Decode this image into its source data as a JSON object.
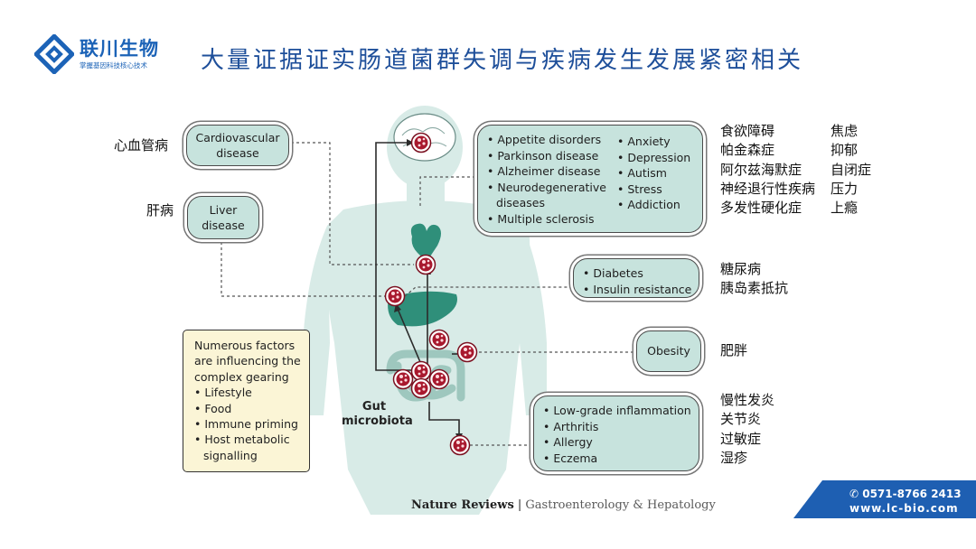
{
  "header": {
    "logo_name": "联川生物",
    "logo_tagline": "掌握基因科技核心技术",
    "title": "大量证据证实肠道菌群失调与疾病发生发展紧密相关"
  },
  "figure": {
    "panels": {
      "cardiovascular": "Cardiovascular disease",
      "liver": "Liver disease",
      "brain_left": [
        "Appetite disorders",
        "Parkinson disease",
        "Alzheimer disease",
        "Neurodegenerative diseases",
        "Multiple sclerosis"
      ],
      "brain_right": [
        "Anxiety",
        "Depression",
        "Autism",
        "Stress",
        "Addiction"
      ],
      "metabolic": [
        "Diabetes",
        "Insulin resistance"
      ],
      "obesity": "Obesity",
      "inflammation": [
        "Low-grade inflammation",
        "Arthritis",
        "Allergy",
        "Eczema"
      ]
    },
    "factors": {
      "intro": "Numerous factors are influencing the complex gearing",
      "items": [
        "Lifestyle",
        "Food",
        "Immune priming",
        "Host metabolic signalling"
      ]
    },
    "gut_label": "Gut microbiota",
    "caption": {
      "journal_prefix": "Nature Reviews",
      "separator": " | ",
      "journal_name": "Gastroenterology & Hepatology"
    }
  },
  "chinese_labels": {
    "cardiovascular": "心血管病",
    "liver": "肝病",
    "brain_left": [
      "食欲障碍",
      "帕金森症",
      "阿尔兹海默症",
      "神经退行性疾病",
      "多发性硬化症"
    ],
    "brain_right": [
      "焦虑",
      "抑郁",
      "自闭症",
      "压力",
      "上瘾"
    ],
    "metabolic": [
      "糖尿病",
      "胰岛素抵抗"
    ],
    "obesity": "肥胖",
    "inflammation": [
      "慢性发炎",
      "关节炎",
      "过敏症",
      "湿疹"
    ]
  },
  "footer": {
    "phone": "✆ 0571-8766 2413",
    "website": "www.lc-bio.com"
  },
  "colors": {
    "brand_blue": "#1c63b7",
    "title_blue": "#1e4f9a",
    "panel_teal": "#c7e3dd",
    "body_silhouette": "#d8ebe7",
    "organ_green": "#2f8f7a",
    "microbe_red": "#a8192e",
    "factors_bg": "#fbf5d6"
  }
}
